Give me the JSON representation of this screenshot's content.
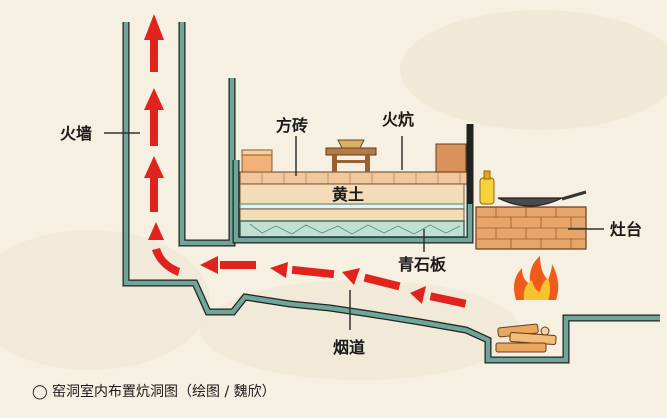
{
  "labels": {
    "fire_wall": "火墙",
    "square_brick": "方砖",
    "kang": "火炕",
    "loess": "黄土",
    "bluestone": "青石板",
    "stove": "灶台",
    "flue": "烟道"
  },
  "caption": {
    "marker": "◯",
    "text": "窑洞室内布置炕洞图（绘图 / 魏欣）"
  },
  "colors": {
    "wall": "#6fa59a",
    "outline": "#222222",
    "arrow": "#e0231d",
    "loess": "#f4dcb8",
    "brick": "#e8b98a",
    "stove_brick": "#e6a66a",
    "stone": "#bfe0d2"
  }
}
